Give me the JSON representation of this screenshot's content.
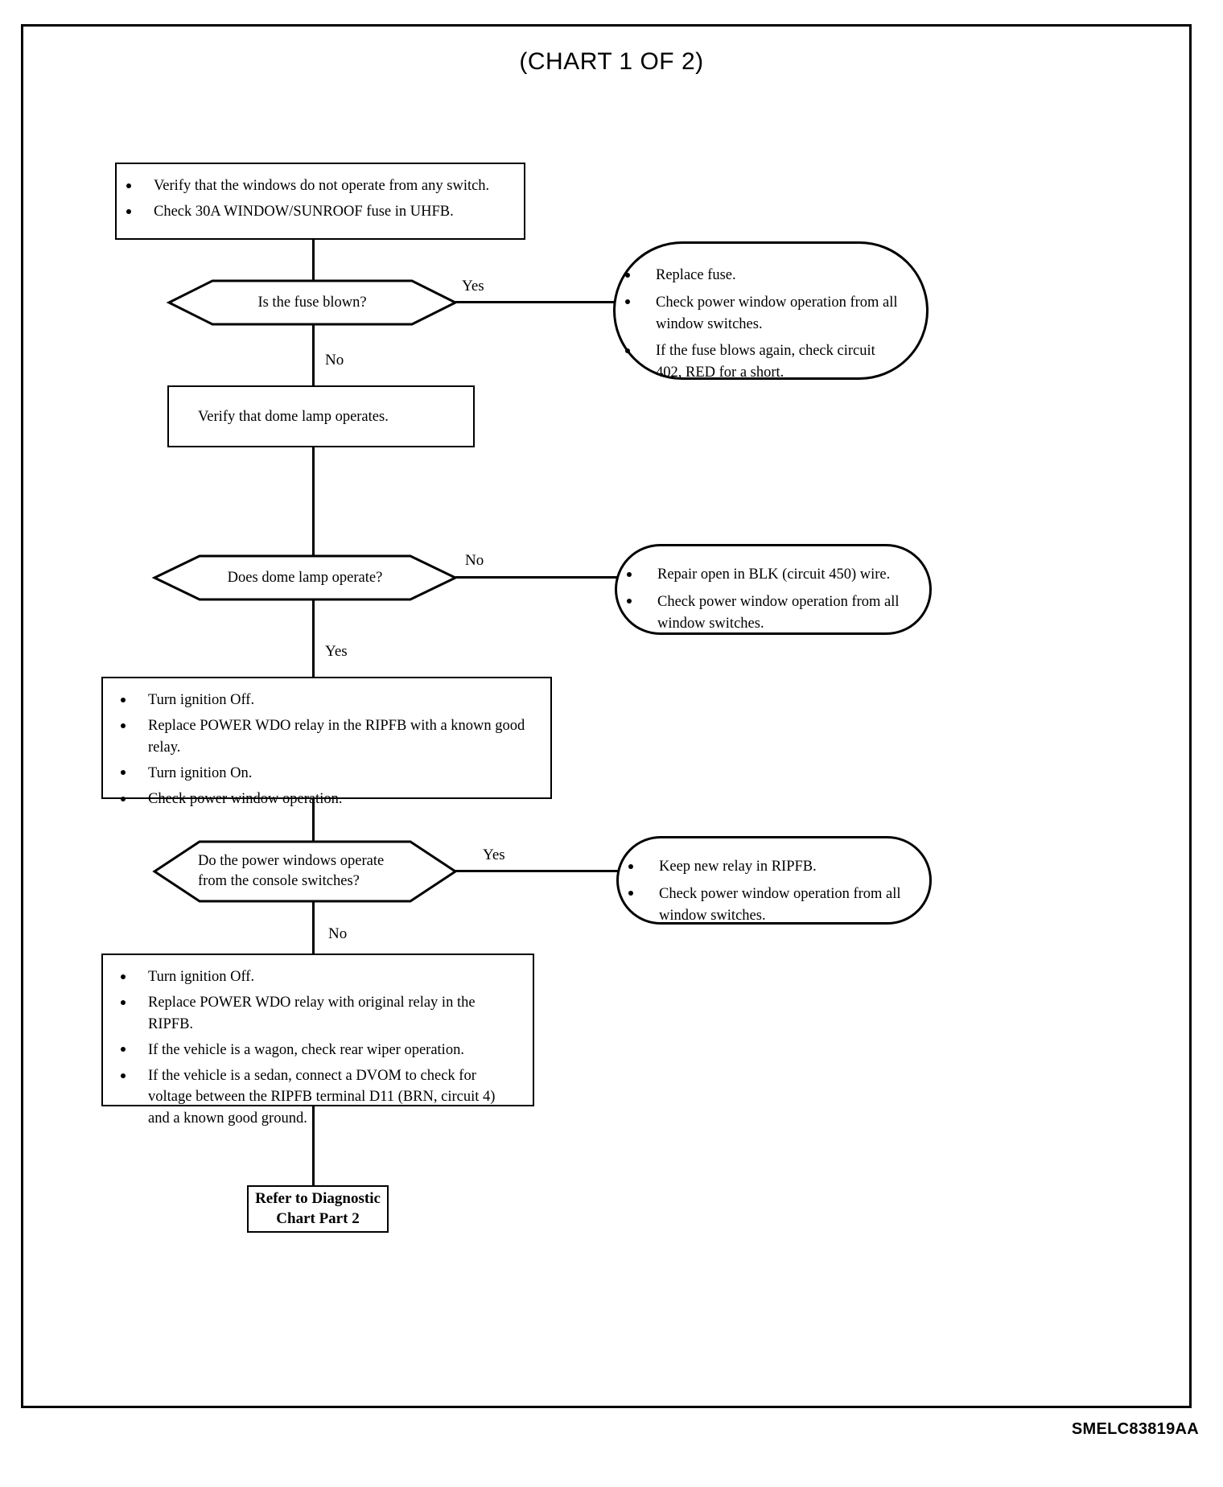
{
  "title": "(CHART 1 OF 2)",
  "doc_code": "SMELC83819AA",
  "chart_data": {
    "type": "diagram",
    "diagram_kind": "flowchart",
    "title": "(CHART 1 OF 2)",
    "nodes": [
      {
        "id": "start",
        "shape": "process",
        "bullets": [
          "Verify that the windows do not operate from any switch.",
          "Check 30A WINDOW/SUNROOF fuse in UHFB."
        ]
      },
      {
        "id": "d1",
        "shape": "decision",
        "text": "Is the fuse blown?",
        "branches": [
          "Yes",
          "No"
        ]
      },
      {
        "id": "a1",
        "shape": "callout",
        "bullets": [
          "Replace fuse.",
          "Check power window operation from all window switches.",
          "If the fuse blows again, check circuit 402, RED for a short."
        ]
      },
      {
        "id": "p2",
        "shape": "process",
        "text": "Verify that dome lamp operates."
      },
      {
        "id": "d2",
        "shape": "decision",
        "text": "Does dome lamp operate?",
        "branches": [
          "No",
          "Yes"
        ]
      },
      {
        "id": "a2",
        "shape": "callout",
        "bullets": [
          "Repair open in BLK (circuit 450) wire.",
          "Check power window operation from all window switches."
        ]
      },
      {
        "id": "p3",
        "shape": "process",
        "bullets": [
          "Turn ignition Off.",
          "Replace POWER WDO relay in the RIPFB with a known good relay.",
          "Turn ignition On.",
          "Check power window operation."
        ]
      },
      {
        "id": "d3",
        "shape": "decision",
        "text": "Do the power windows operate from the console switches?",
        "branches": [
          "Yes",
          "No"
        ]
      },
      {
        "id": "a3",
        "shape": "callout",
        "bullets": [
          "Keep new relay in RIPFB.",
          "Check power window operation from all window switches."
        ]
      },
      {
        "id": "p4",
        "shape": "process",
        "bullets": [
          "Turn ignition Off.",
          "Replace POWER WDO relay with original relay in the RIPFB.",
          "If the vehicle is a wagon, check rear wiper operation.",
          "If the vehicle is a sedan, connect a DVOM to check for voltage between the RIPFB terminal D11 (BRN, circuit 4) and a known good ground."
        ]
      },
      {
        "id": "end",
        "shape": "terminal",
        "text": "Refer to Diagnostic Chart Part 2"
      }
    ]
  },
  "boxes": {
    "start": {
      "b1": "Verify that the windows do not operate from any switch.",
      "b2": "Check 30A WINDOW/SUNROOF fuse in UHFB."
    },
    "decision1": "Is the fuse blown?",
    "callout1": {
      "b1": "Replace fuse.",
      "b2": "Check power window operation from all window switches.",
      "b3": "If the fuse blows again, check circuit 402, RED for a short."
    },
    "process2": "Verify that dome lamp operates.",
    "decision2": "Does dome lamp operate?",
    "callout2": {
      "b1": "Repair open in BLK (circuit 450) wire.",
      "b2": "Check power window operation from all window switches."
    },
    "process3": {
      "b1": "Turn ignition Off.",
      "b2": "Replace POWER WDO relay in the RIPFB with a known good relay.",
      "b3": "Turn ignition On.",
      "b4": "Check power window operation."
    },
    "decision3": "Do the power windows operate from the console switches?",
    "callout3": {
      "b1": "Keep new relay in RIPFB.",
      "b2": "Check power window operation from all window switches."
    },
    "process4": {
      "b1": "Turn ignition Off.",
      "b2": "Replace POWER WDO relay with original relay in the RIPFB.",
      "b3": "If the vehicle is a wagon, check rear wiper operation.",
      "b4": "If the vehicle is a sedan, connect a DVOM to check for voltage between the RIPFB terminal D11 (BRN, circuit 4) and a known good ground."
    },
    "terminal": {
      "line1": "Refer to Diagnostic",
      "line2": "Chart Part 2"
    }
  },
  "labels": {
    "yes1": "Yes",
    "no1": "No",
    "no2": "No",
    "yes2": "Yes",
    "yes3": "Yes",
    "no3": "No"
  }
}
